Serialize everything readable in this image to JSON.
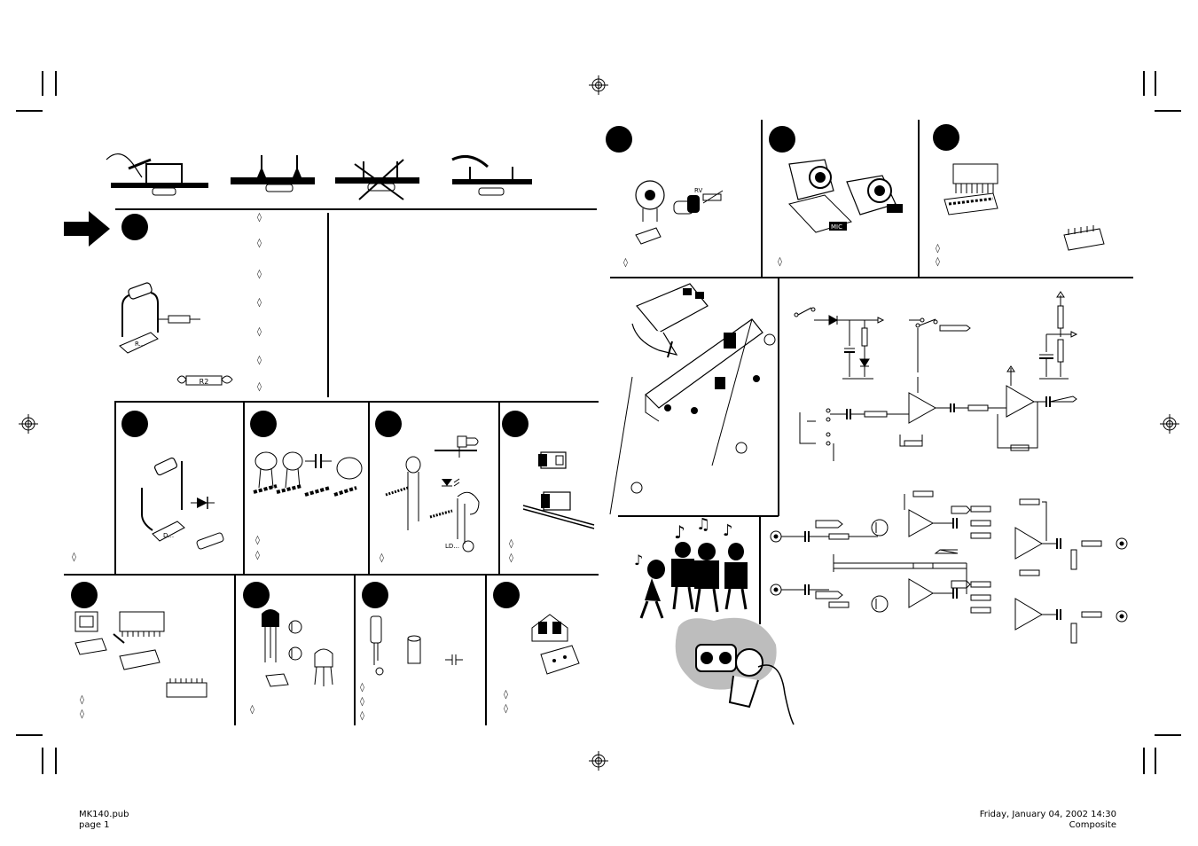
{
  "footer": {
    "file_name": "MK140.pub",
    "page_label": "page 1",
    "timestamp": "Friday, January 04, 2002 14:30",
    "plate": "Composite"
  },
  "labels": {
    "resistor_marker": "R...",
    "resistor_value": "R2",
    "diode_marker": "D...",
    "led_marker": "LD...",
    "trimmer_symbol": "RV",
    "mic_label": "MIC"
  },
  "bullet_glyph": "◊",
  "icons": {
    "arrow": "right-arrow-icon",
    "registration": "registration-mark-icon",
    "music": "music-note-icon"
  },
  "colors": {
    "ink": "#000000",
    "paper": "#ffffff",
    "grey_fill": "#bdbdbd"
  }
}
